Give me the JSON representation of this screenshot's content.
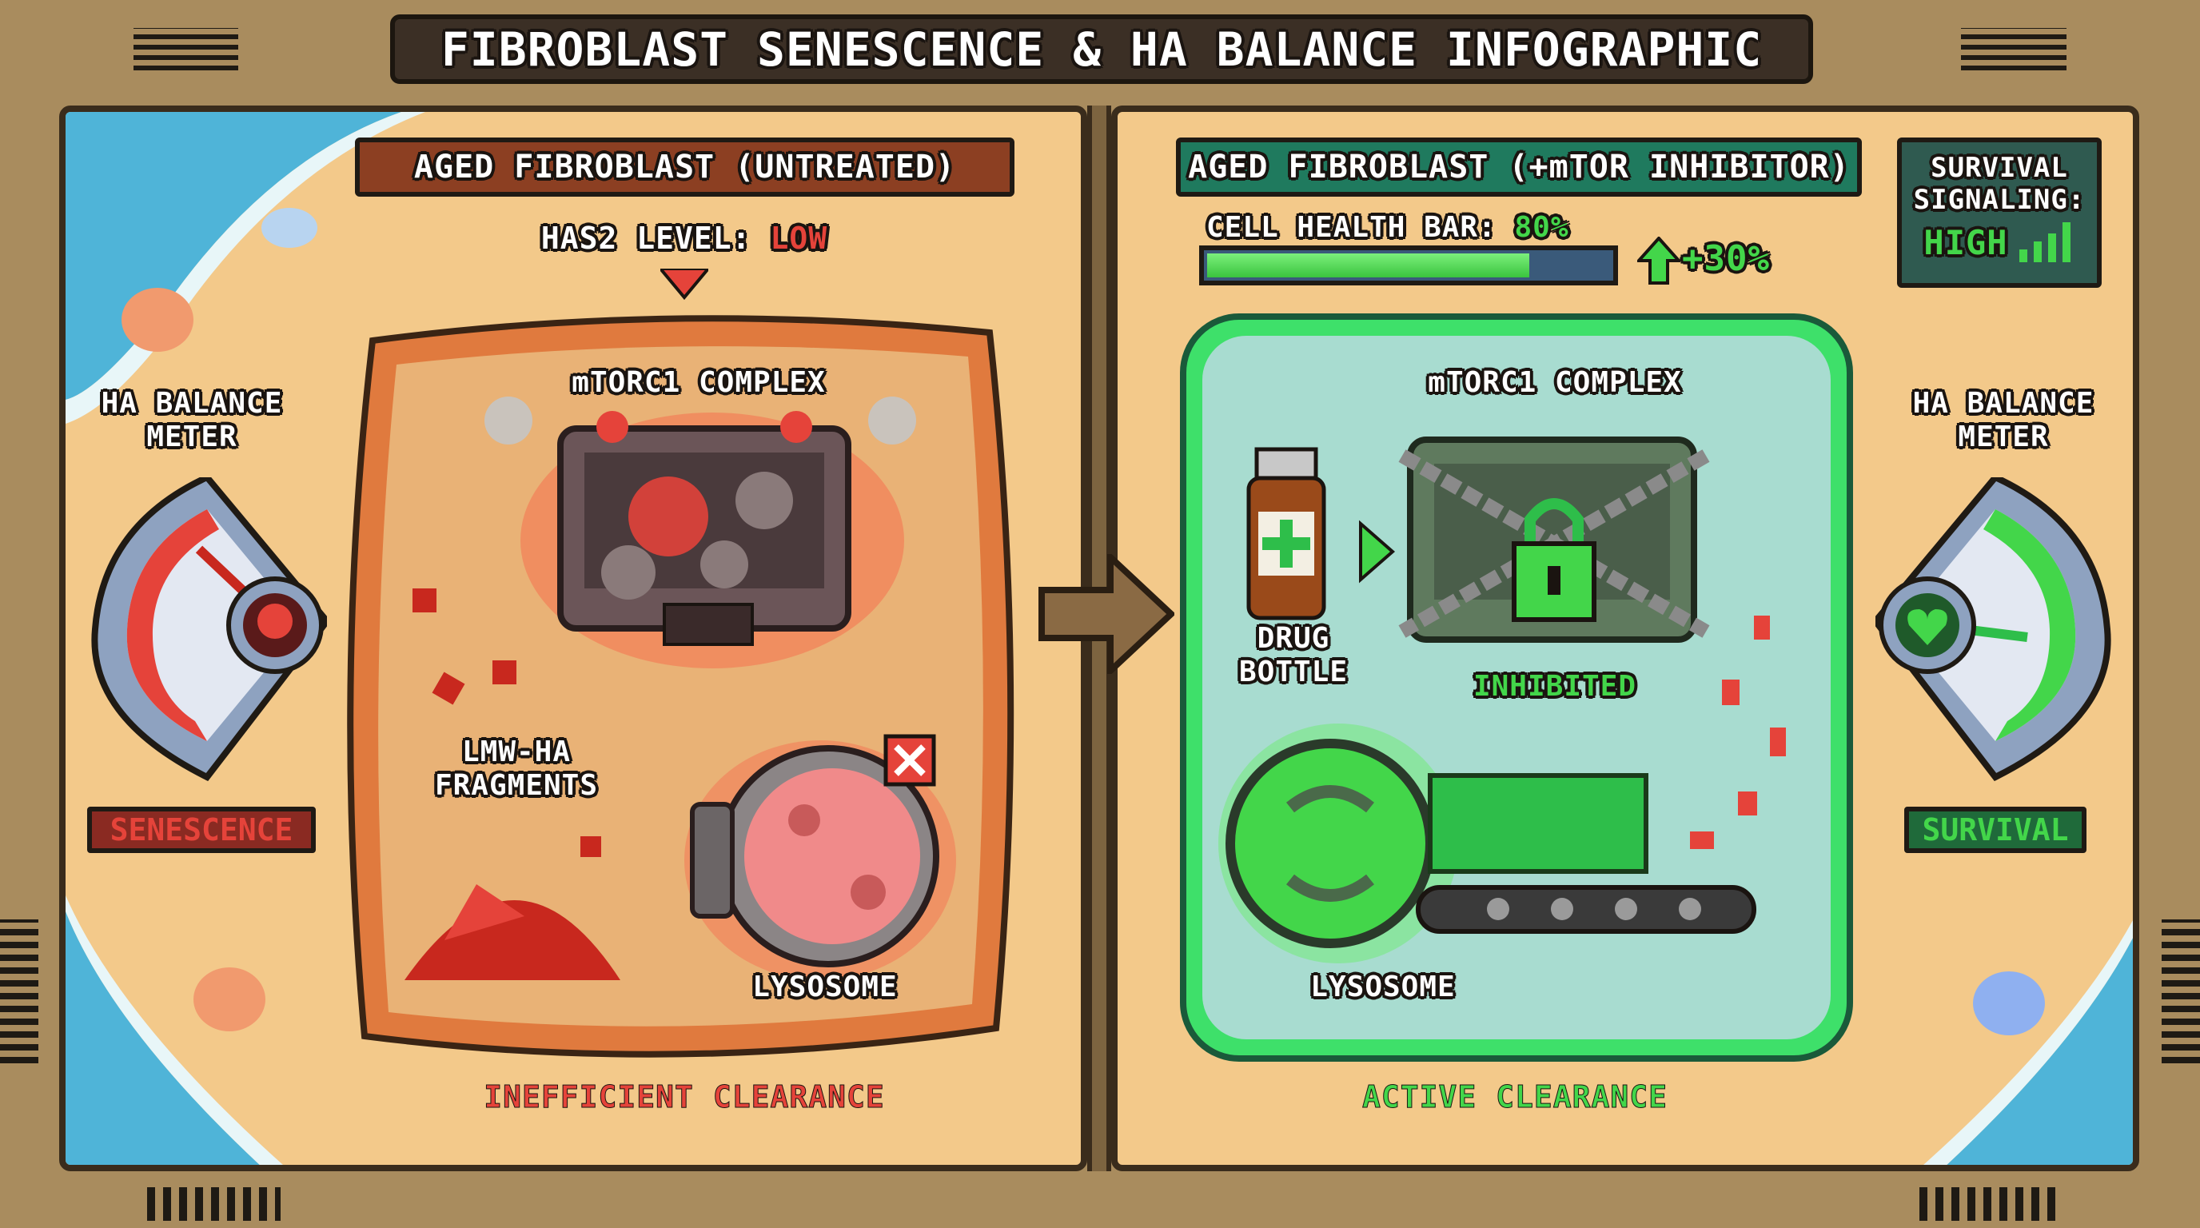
{
  "title": "FIBROBLAST SENESCENCE & HA BALANCE INFOGRAPHIC",
  "left": {
    "header": "AGED FIBROBLAST (UNTREATED)",
    "has2_label": "HAS2 LEVEL:",
    "has2_value": "LOW",
    "complex_label": "mTORC1 COMPLEX",
    "fragments_label": "LMW-HA FRAGMENTS",
    "lysosome_label": "LYSOSOME",
    "clearance": "INEFFICIENT CLEARANCE",
    "meter_label": "HA BALANCE METER",
    "meter_state": "SENESCENCE",
    "meter_icon": "skull-icon"
  },
  "right": {
    "header": "AGED FIBROBLAST (+mTOR INHIBITOR)",
    "health_label": "CELL HEALTH BAR:",
    "health_value": "80%",
    "health_fraction": 0.8,
    "health_change": "+30%",
    "signal_label": "SURVIVAL SIGNALING:",
    "signal_value": "HIGH",
    "complex_label": "mTORC1 COMPLEX",
    "drug_label": "DRUG BOTTLE",
    "inhibited_label": "INHIBITED",
    "lysosome_label": "LYSOSOME",
    "clearance": "ACTIVE CLEARANCE",
    "meter_label": "HA BALANCE METER",
    "meter_state": "SURVIVAL",
    "meter_icon": "heart-icon"
  },
  "colors": {
    "red": "#e5433a",
    "green": "#43d64a",
    "brown_header": "#8c3f22",
    "teal_header": "#1f7a5e",
    "frame": "#a98c5e",
    "sand": "#f3c98a",
    "water": "#4fb4d8"
  }
}
